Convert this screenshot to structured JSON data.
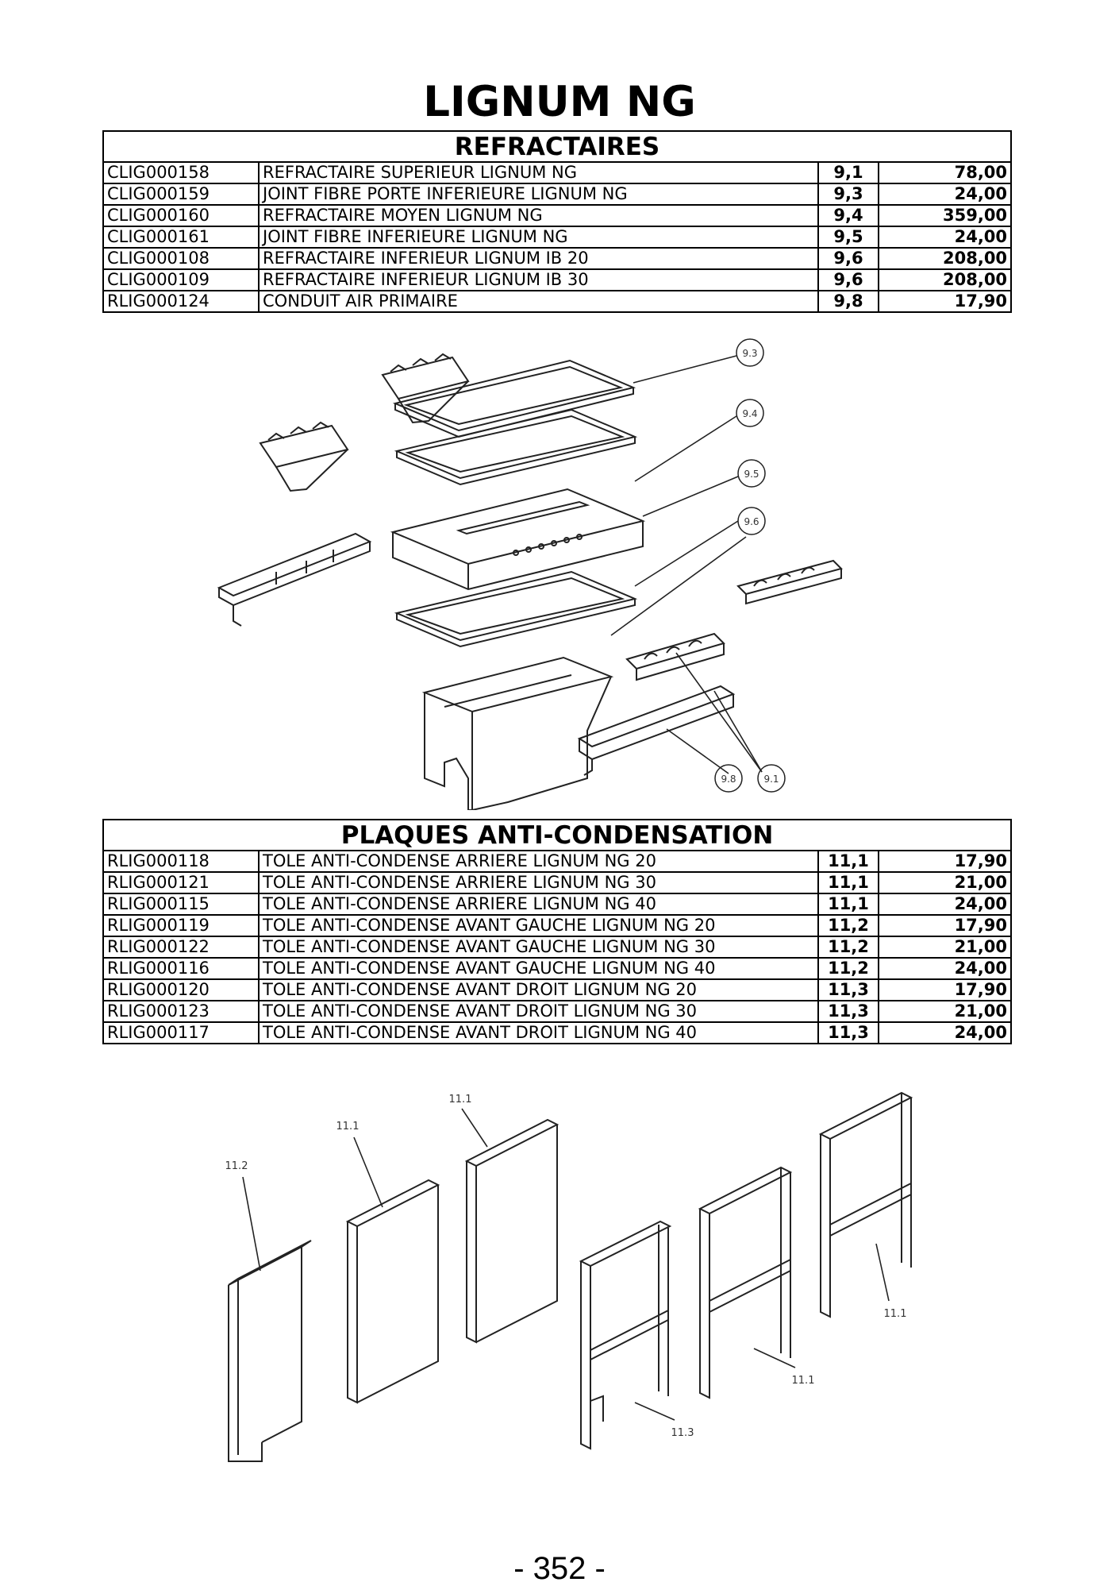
{
  "page": {
    "title": "LIGNUM NG",
    "page_number": "-  352  -"
  },
  "refractaires": {
    "heading": "REFRACTAIRES",
    "rows": [
      {
        "code": "CLIG000158",
        "description": "REFRACTAIRE SUPERIEUR LIGNUM NG",
        "ref": "9,1",
        "price": "78,00"
      },
      {
        "code": "CLIG000159",
        "description": "JOINT FIBRE PORTE INFERIEURE LIGNUM NG",
        "ref": "9,3",
        "price": "24,00"
      },
      {
        "code": "CLIG000160",
        "description": "REFRACTAIRE MOYEN LIGNUM NG",
        "ref": "9,4",
        "price": "359,00"
      },
      {
        "code": "CLIG000161",
        "description": "JOINT FIBRE INFERIEURE LIGNUM NG",
        "ref": "9,5",
        "price": "24,00"
      },
      {
        "code": "CLIG000108",
        "description": "REFRACTAIRE INFERIEUR LIGNUM IB 20",
        "ref": "9,6",
        "price": "208,00"
      },
      {
        "code": "CLIG000109",
        "description": "REFRACTAIRE INFERIEUR LIGNUM IB 30",
        "ref": "9,6",
        "price": "208,00"
      },
      {
        "code": "RLIG000124",
        "description": "CONDUIT AIR PRIMAIRE",
        "ref": "9,8",
        "price": "17,90"
      }
    ],
    "diagram_labels": {
      "l93": "9.3",
      "l94": "9.4",
      "l95": "9.5",
      "l96": "9.6",
      "l98": "9.8",
      "l91": "9.1"
    }
  },
  "plaques": {
    "heading": "PLAQUES ANTI-CONDENSATION",
    "rows": [
      {
        "code": "RLIG000118",
        "description": "TOLE ANTI-CONDENSE ARRIERE LIGNUM NG 20",
        "ref": "11,1",
        "price": "17,90"
      },
      {
        "code": "RLIG000121",
        "description": "TOLE ANTI-CONDENSE ARRIERE LIGNUM NG 30",
        "ref": "11,1",
        "price": "21,00"
      },
      {
        "code": "RLIG000115",
        "description": "TOLE ANTI-CONDENSE ARRIERE LIGNUM NG 40",
        "ref": "11,1",
        "price": "24,00"
      },
      {
        "code": "RLIG000119",
        "description": "TOLE ANTI-CONDENSE AVANT GAUCHE LIGNUM NG 20",
        "ref": "11,2",
        "price": "17,90"
      },
      {
        "code": "RLIG000122",
        "description": "TOLE ANTI-CONDENSE AVANT GAUCHE LIGNUM NG 30",
        "ref": "11,2",
        "price": "21,00"
      },
      {
        "code": "RLIG000116",
        "description": "TOLE ANTI-CONDENSE AVANT GAUCHE LIGNUM NG 40",
        "ref": "11,2",
        "price": "24,00"
      },
      {
        "code": "RLIG000120",
        "description": "TOLE ANTI-CONDENSE AVANT DROIT LIGNUM NG 20",
        "ref": "11,3",
        "price": "17,90"
      },
      {
        "code": "RLIG000123",
        "description": "TOLE ANTI-CONDENSE AVANT DROIT LIGNUM NG 30",
        "ref": "11,3",
        "price": "21,00"
      },
      {
        "code": "RLIG000117",
        "description": "TOLE ANTI-CONDENSE AVANT DROIT LIGNUM NG 40",
        "ref": "11,3",
        "price": "24,00"
      }
    ],
    "diagram_labels": {
      "l112": "11.2",
      "l111a": "11.1",
      "l111b": "11.1",
      "l113": "11.3",
      "l111c": "11.1",
      "l111d": "11.1"
    }
  }
}
